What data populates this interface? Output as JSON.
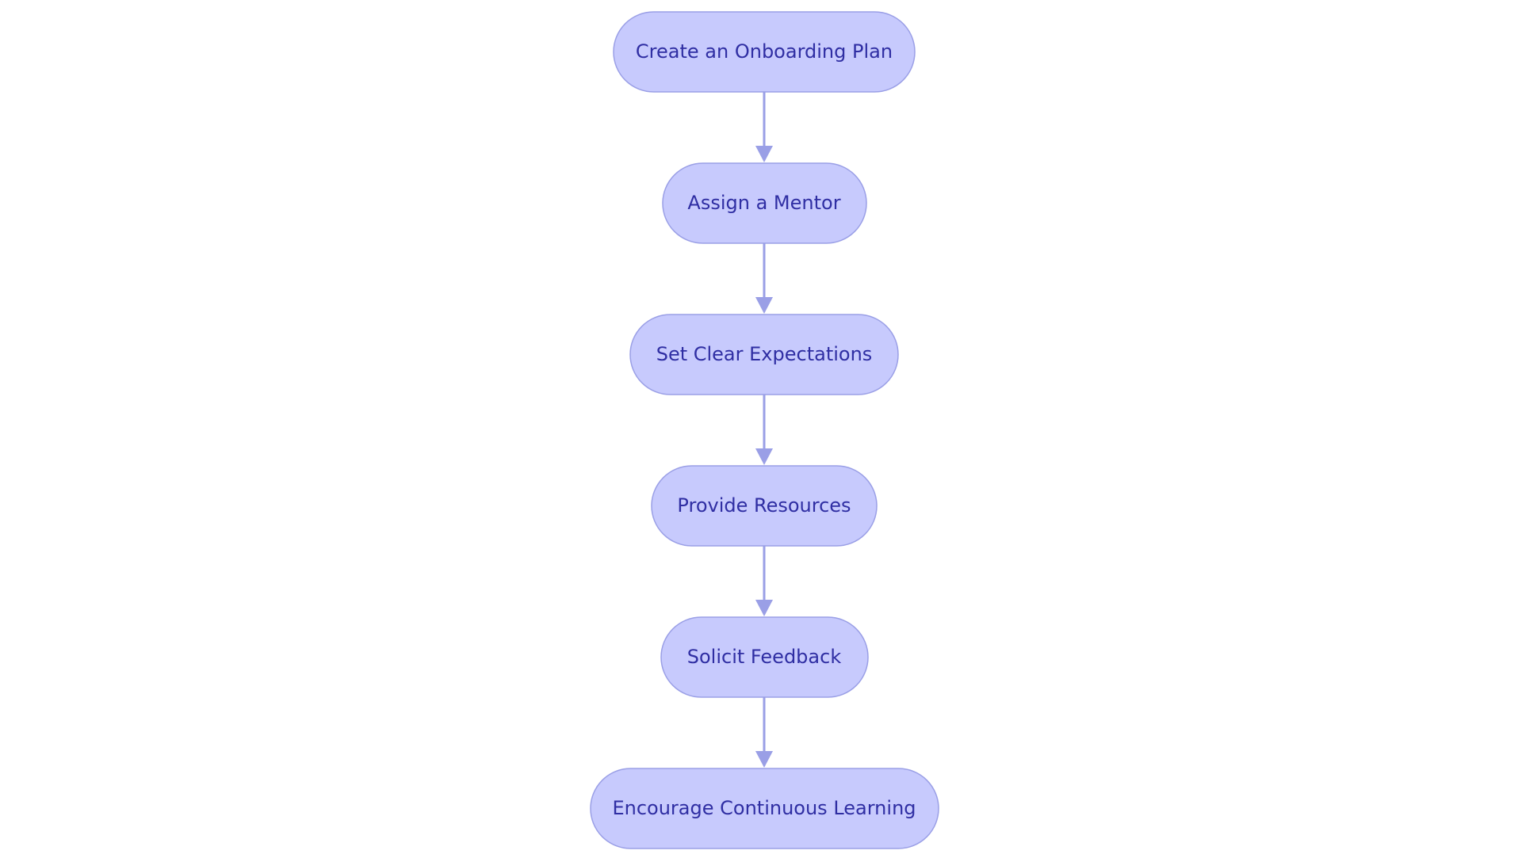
{
  "flowchart": {
    "steps": [
      {
        "label": "Create an Onboarding Plan"
      },
      {
        "label": "Assign a Mentor"
      },
      {
        "label": "Set Clear Expectations"
      },
      {
        "label": "Provide Resources"
      },
      {
        "label": "Solicit Feedback"
      },
      {
        "label": "Encourage Continuous Learning"
      }
    ],
    "colors": {
      "node_fill": "#c7cafd",
      "node_stroke": "#9a9fe6",
      "text": "#2f2ea3",
      "arrow": "#9a9fe6"
    }
  }
}
